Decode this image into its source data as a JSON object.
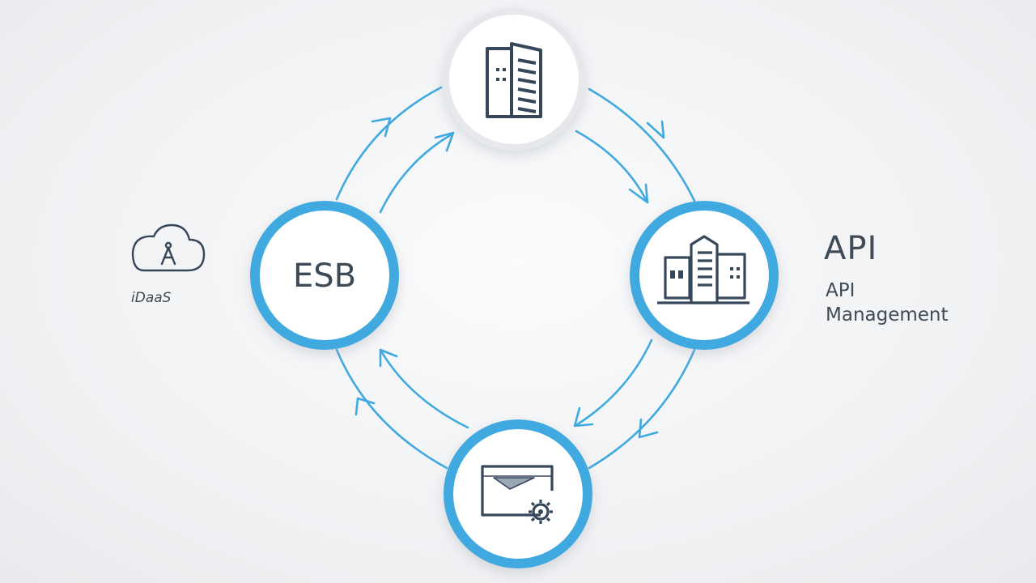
{
  "nodes": {
    "top": {
      "icon": "building-icon"
    },
    "left": {
      "label": "ESB"
    },
    "right": {
      "icon": "office-buildings-icon"
    },
    "bottom": {
      "icon": "monitor-gear-icon"
    }
  },
  "api_panel": {
    "title": "API",
    "line1": "API",
    "line2": "Management"
  },
  "cloud": {
    "icon": "cloud-icon",
    "caption": "iDaaS"
  },
  "colors": {
    "accent": "#3fa9e0",
    "icon_stroke": "#36475a",
    "node_fill": "#ffffff",
    "top_ring": "#e6e8ec"
  }
}
